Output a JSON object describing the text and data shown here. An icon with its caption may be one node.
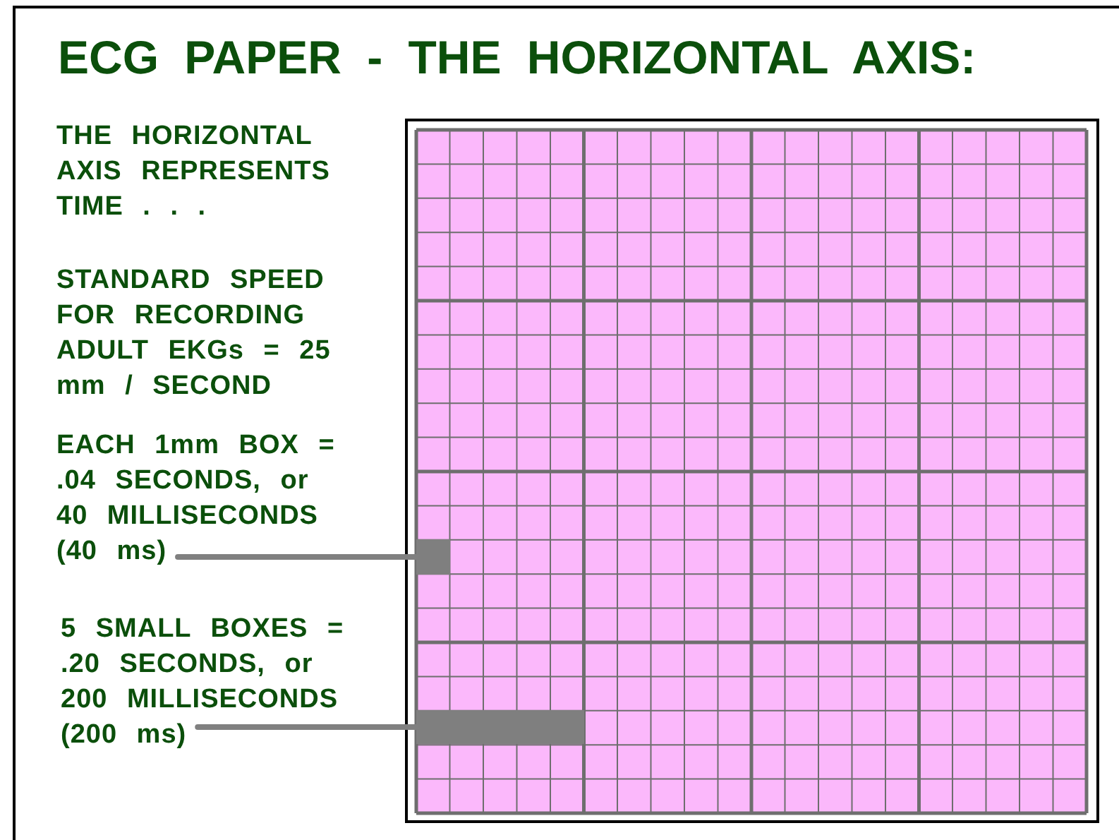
{
  "diagram": {
    "title": "ECG PAPER - THE HORIZONTAL AXIS:",
    "nodes": [
      {
        "text": [
          "EACH 1mm BOX = .04 SECONDS, or 40 MILLISECONDS (40 ms)"
        ]
      },
      {
        "text": [],
        "shape": "box"
      },
      {
        "text": [
          "5 SMALL BOXES = .20 SECONDS, or 200 MILLISECONDS (200 ms)"
        ]
      },
      {
        "text": [],
        "shape": "bar"
      }
    ],
    "edges": [
      {
        "from": 0,
        "to": 1,
        "arrow": "none"
      },
      {
        "from": 2,
        "to": 3,
        "arrow": "none"
      }
    ],
    "labels": [
      "THE HORIZONTAL AXIS REPRESENTS TIME . . .",
      "STANDARD SPEED FOR RECORDING ADULT EKGs = 25 mm / SECOND"
    ]
  }
}
